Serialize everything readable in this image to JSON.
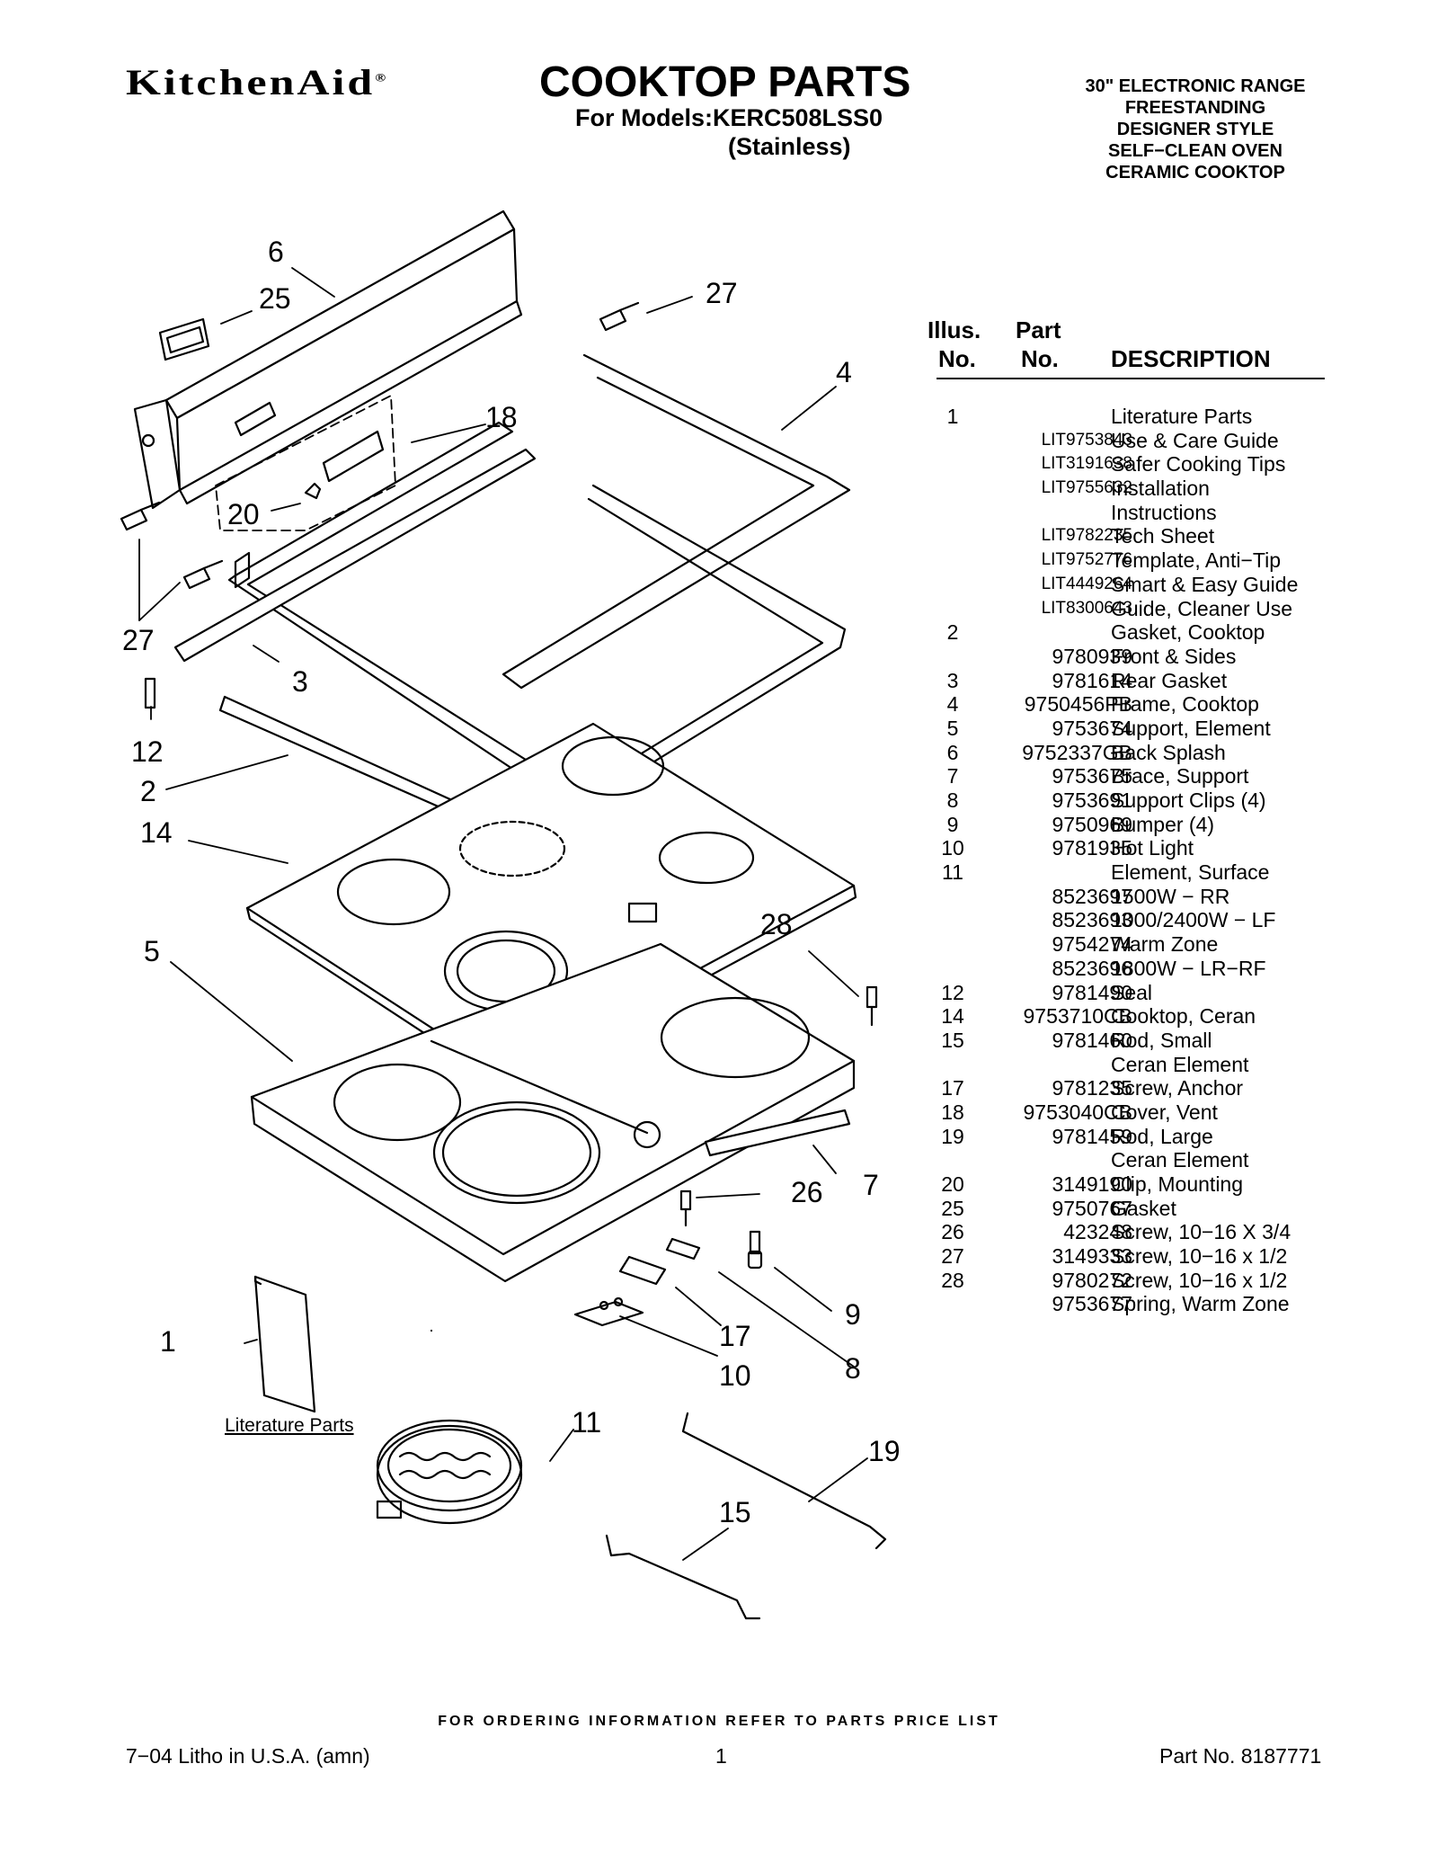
{
  "header": {
    "brand": "KitchenAid",
    "brand_mark": "®",
    "title": "COOKTOP PARTS",
    "models_line": "For Models:KERC508LSS0",
    "finish": "(Stainless)",
    "specs": [
      "30\" ELECTRONIC RANGE",
      "FREESTANDING",
      "DESIGNER STYLE",
      "SELF−CLEAN OVEN",
      "CERAMIC COOKTOP"
    ]
  },
  "parts_table": {
    "col_illus": [
      "Illus.",
      "No."
    ],
    "col_part": [
      "Part",
      "No."
    ],
    "col_desc": "DESCRIPTION",
    "rows": [
      {
        "illus": "1",
        "part": "",
        "desc": "Literature Parts"
      },
      {
        "illus": "",
        "part": "LIT9753843",
        "desc": "Use & Care Guide"
      },
      {
        "illus": "",
        "part": "LIT3191638",
        "desc": "Safer Cooking Tips"
      },
      {
        "illus": "",
        "part": "LIT9755632",
        "desc": "Installation"
      },
      {
        "illus": "",
        "part": "",
        "desc": "Instructions"
      },
      {
        "illus": "",
        "part": "LIT9782235",
        "desc": "Tech Sheet"
      },
      {
        "illus": "",
        "part": "LIT9752776",
        "desc": "Template, Anti−Tip"
      },
      {
        "illus": "",
        "part": "LIT4449264",
        "desc": "Smart & Easy Guide"
      },
      {
        "illus": "",
        "part": "LIT8300643",
        "desc": "Guide, Cleaner Use"
      },
      {
        "illus": "2",
        "part": "",
        "desc": "Gasket, Cooktop"
      },
      {
        "illus": "",
        "part": "9780939",
        "desc": "Front & Sides"
      },
      {
        "illus": "3",
        "part": "9781614",
        "desc": "Rear Gasket"
      },
      {
        "illus": "4",
        "part": "9750456PB",
        "desc": "Frame, Cooktop"
      },
      {
        "illus": "5",
        "part": "9753674",
        "desc": "Support, Element"
      },
      {
        "illus": "6",
        "part": "9752337GB",
        "desc": "Back Splash"
      },
      {
        "illus": "7",
        "part": "9753675",
        "desc": "Brace, Support"
      },
      {
        "illus": "8",
        "part": "9753691",
        "desc": "Support Clips (4)"
      },
      {
        "illus": "9",
        "part": "9750969",
        "desc": "Bumper (4)"
      },
      {
        "illus": "10",
        "part": "9781935",
        "desc": "Hot Light"
      },
      {
        "illus": "11",
        "part": "",
        "desc": "Element, Surface"
      },
      {
        "illus": "",
        "part": "8523697",
        "desc": "1500W − RR"
      },
      {
        "illus": "",
        "part": "8523693",
        "desc": "1000/2400W − LF"
      },
      {
        "illus": "",
        "part": "9754274",
        "desc": "Warm Zone"
      },
      {
        "illus": "",
        "part": "8523696",
        "desc": "1800W − LR−RF"
      },
      {
        "illus": "12",
        "part": "9781490",
        "desc": "Seal"
      },
      {
        "illus": "14",
        "part": "9753710CB",
        "desc": "Cooktop, Ceran"
      },
      {
        "illus": "15",
        "part": "9781460",
        "desc": "Rod, Small"
      },
      {
        "illus": "",
        "part": "",
        "desc": "Ceran Element"
      },
      {
        "illus": "17",
        "part": "9781235",
        "desc": "Screw, Anchor"
      },
      {
        "illus": "18",
        "part": "9753040CB",
        "desc": "Cover, Vent"
      },
      {
        "illus": "19",
        "part": "9781459",
        "desc": "Rod, Large"
      },
      {
        "illus": "",
        "part": "",
        "desc": "Ceran Element"
      },
      {
        "illus": "20",
        "part": "3149190",
        "desc": "Clip, Mounting"
      },
      {
        "illus": "25",
        "part": "9750767",
        "desc": "Gasket"
      },
      {
        "illus": "26",
        "part": "423248",
        "desc": "Screw, 10−16 X 3/4"
      },
      {
        "illus": "27",
        "part": "3149333",
        "desc": "Screw, 10−16 x 1/2"
      },
      {
        "illus": "28",
        "part": "9780272",
        "desc": "Screw, 10−16 x 1/2"
      },
      {
        "illus": "",
        "part": "9753677",
        "desc": "Spring, Warm Zone"
      }
    ]
  },
  "diagram": {
    "callouts": [
      "6",
      "25",
      "27",
      "4",
      "18",
      "20",
      "27",
      "3",
      "12",
      "2",
      "14",
      "5",
      "28",
      "26",
      "7",
      "9",
      "1",
      "17",
      "8",
      "10",
      "11",
      "19",
      "15"
    ],
    "literature_label": "Literature Parts"
  },
  "footer": {
    "order_note": "FOR ORDERING INFORMATION REFER TO PARTS PRICE LIST",
    "litho": "7−04 Litho in U.S.A. (amn)",
    "page": "1",
    "part_no": "Part No. 8187771"
  }
}
